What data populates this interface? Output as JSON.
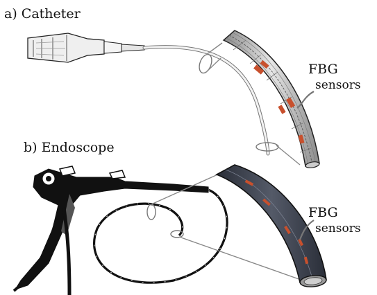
{
  "panels": {
    "catheter": {
      "label": "a) Catheter",
      "annotation_line1": "FBG",
      "annotation_line2": "sensors"
    },
    "endoscope": {
      "label": "b) Endoscope",
      "annotation_line1": "FBG",
      "annotation_line2": "sensors"
    }
  },
  "colors": {
    "sensor": "#c8502d",
    "callout": "#7a7a7a",
    "endoscope_tube": "#3a3f4c",
    "catheter_tube": "#dcdcdc",
    "outline": "#111111"
  },
  "icons": [
    "catheter-handle-icon",
    "endoscope-control-body-icon"
  ]
}
